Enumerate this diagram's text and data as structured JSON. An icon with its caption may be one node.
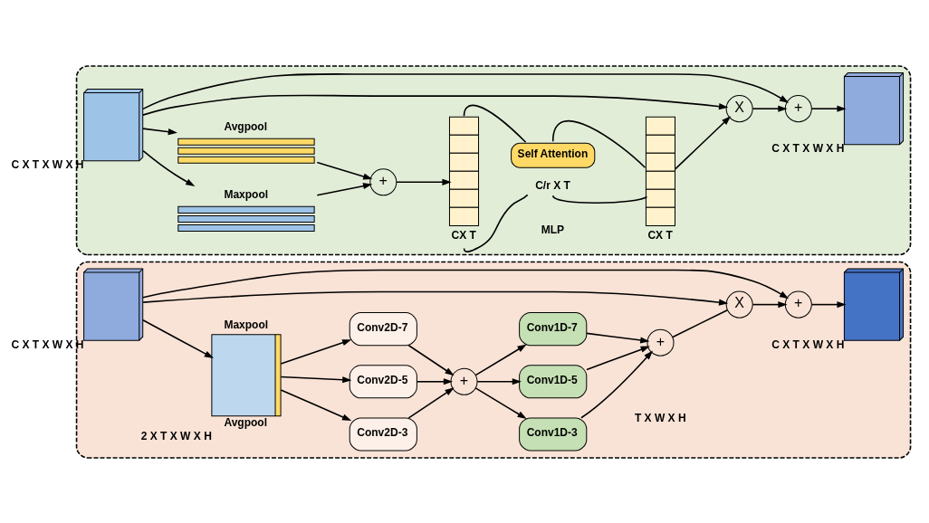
{
  "diagram": {
    "nodes": [
      {
        "text": [],
        "shape": "box"
      },
      {
        "text": [],
        "shape": "cube",
        "in": 0,
        "beside": [
          "C X T X W X H"
        ]
      },
      {
        "text": [
          "Maxpool"
        ],
        "in": 0
      },
      {
        "text": [
          "Avgpool"
        ],
        "in": 0
      },
      {
        "text": [
          "+"
        ],
        "in": 0
      },
      {
        "text": [],
        "shape": "bar",
        "in": 0,
        "beside": [
          "CX T"
        ]
      },
      {
        "text": [
          "Self Attention"
        ],
        "in": 0,
        "beside": [
          "C/r X T"
        ]
      },
      {
        "text": [],
        "shape": "bar",
        "in": 0,
        "beside": [
          "CX T"
        ]
      },
      {
        "text": [
          "X"
        ],
        "in": 0
      },
      {
        "text": [
          "+"
        ],
        "in": 0
      },
      {
        "text": [],
        "shape": "cube",
        "in": 0,
        "beside": [
          "C X T X W X H"
        ]
      },
      {
        "text": [],
        "shape": "box"
      },
      {
        "text": [],
        "shape": "cube",
        "in": 11,
        "beside": [
          "C X T X W X H"
        ]
      },
      {
        "text": [
          "Maxpool",
          "Avgpool"
        ],
        "in": 11,
        "beside": [
          "2 X T X W X H"
        ]
      },
      {
        "text": [
          "Conv2D-3"
        ],
        "in": 11
      },
      {
        "text": [
          "Conv2D-5"
        ],
        "in": 11
      },
      {
        "text": [
          "Conv2D-7"
        ],
        "in": 11
      },
      {
        "text": [
          "+"
        ],
        "in": 11
      },
      {
        "text": [
          "Conv1D-3"
        ],
        "in": 11
      },
      {
        "text": [
          "Conv1D-5"
        ],
        "in": 11
      },
      {
        "text": [
          "Conv1D-7"
        ],
        "in": 11
      },
      {
        "text": [
          "+"
        ],
        "in": 11
      },
      {
        "text": [
          "X"
        ],
        "in": 11
      },
      {
        "text": [
          "+"
        ],
        "in": 11
      },
      {
        "text": [],
        "shape": "cube",
        "in": 11,
        "beside": [
          "C X T X W X H"
        ]
      }
    ],
    "edges": [
      {
        "from": 1,
        "to": 2,
        "arrow": "to"
      },
      {
        "from": 1,
        "to": 3,
        "arrow": "to"
      },
      {
        "from": 2,
        "to": 4,
        "arrow": "to"
      },
      {
        "from": 3,
        "to": 4,
        "arrow": "to"
      },
      {
        "from": 4,
        "to": 5,
        "arrow": "to"
      },
      {
        "from": 5,
        "to": 6,
        "arrow": "none"
      },
      {
        "from": 5,
        "to": 6,
        "arrow": "none"
      },
      {
        "from": 6,
        "to": 7,
        "arrow": "none"
      },
      {
        "from": 6,
        "to": 7,
        "arrow": "none"
      },
      {
        "from": 7,
        "to": 8,
        "arrow": "to"
      },
      {
        "from": 8,
        "to": 9,
        "arrow": "to"
      },
      {
        "from": 9,
        "to": 10,
        "arrow": "to"
      },
      {
        "from": 1,
        "to": 8,
        "arrow": "to"
      },
      {
        "from": 1,
        "to": 9,
        "arrow": "to"
      },
      {
        "from": 12,
        "to": 13,
        "arrow": "to"
      },
      {
        "from": 13,
        "to": 14,
        "arrow": "to"
      },
      {
        "from": 13,
        "to": 15,
        "arrow": "to"
      },
      {
        "from": 13,
        "to": 16,
        "arrow": "to"
      },
      {
        "from": 14,
        "to": 17,
        "arrow": "to"
      },
      {
        "from": 15,
        "to": 17,
        "arrow": "to"
      },
      {
        "from": 16,
        "to": 17,
        "arrow": "to"
      },
      {
        "from": 17,
        "to": 18,
        "arrow": "to"
      },
      {
        "from": 17,
        "to": 19,
        "arrow": "to"
      },
      {
        "from": 17,
        "to": 20,
        "arrow": "to"
      },
      {
        "from": 18,
        "to": 21,
        "arrow": "to"
      },
      {
        "from": 19,
        "to": 21,
        "arrow": "to"
      },
      {
        "from": 20,
        "to": 21,
        "arrow": "to"
      },
      {
        "from": 21,
        "to": 22,
        "arrow": "none"
      },
      {
        "from": 22,
        "to": 23,
        "arrow": "to"
      },
      {
        "from": 23,
        "to": 24,
        "arrow": "to"
      },
      {
        "from": 12,
        "to": 22,
        "arrow": "to"
      },
      {
        "from": 12,
        "to": 23,
        "arrow": "to"
      }
    ],
    "labels": [
      "MLP",
      "T X W X H"
    ]
  }
}
